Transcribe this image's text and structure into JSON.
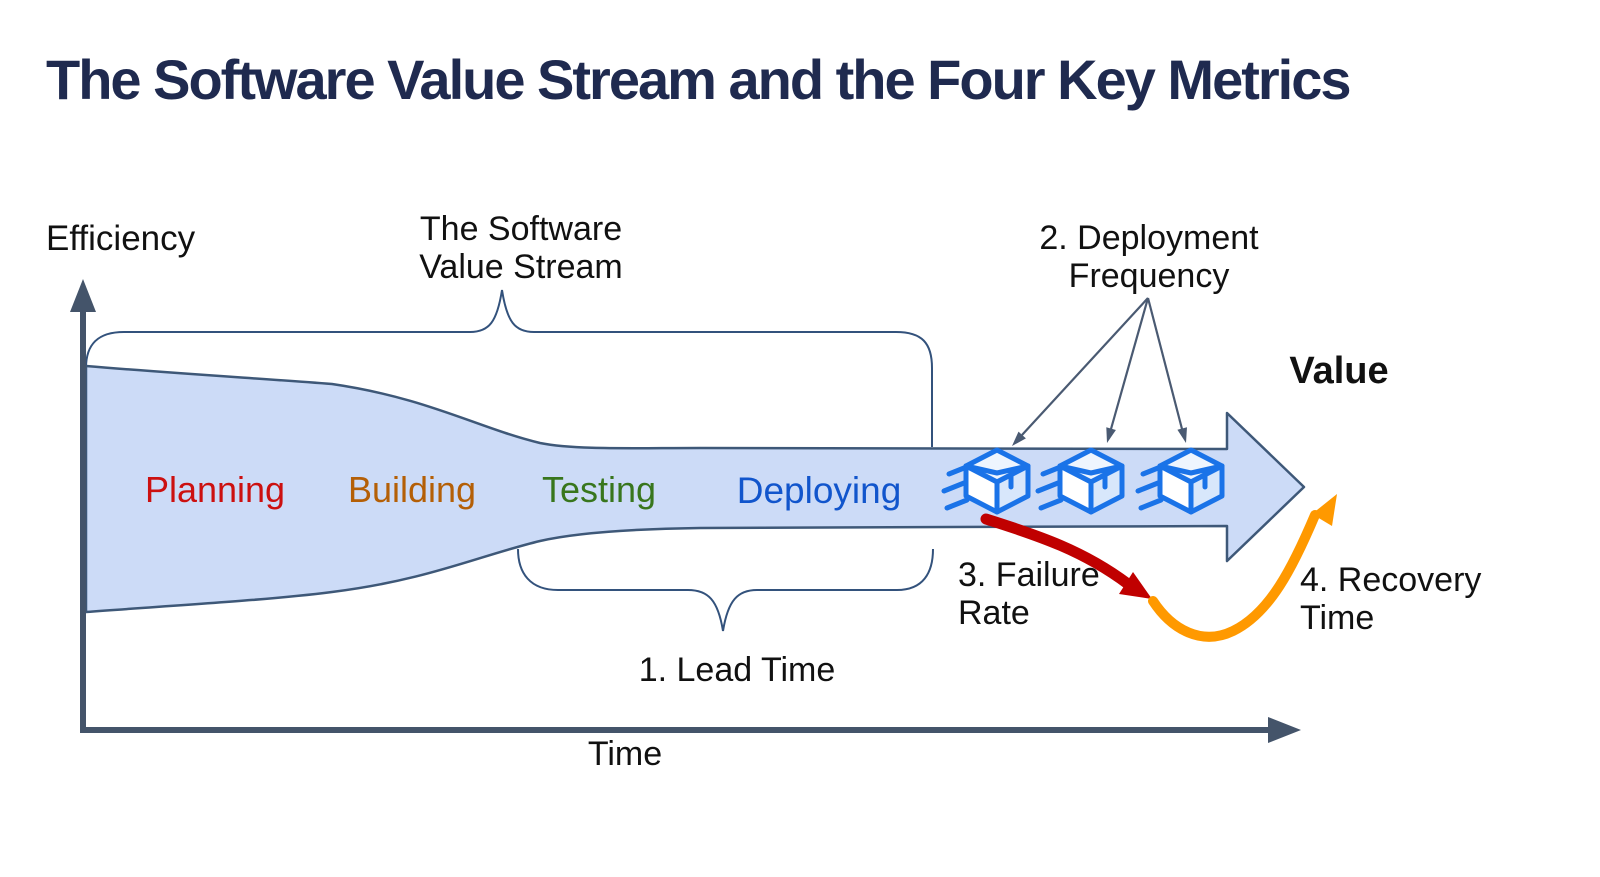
{
  "title": "The Software Value Stream and the Four Key Metrics",
  "axes": {
    "y_label": "Efficiency",
    "x_label": "Time"
  },
  "value_stream": {
    "brace_label_line1": "The Software",
    "brace_label_line2": "Value Stream",
    "stages": [
      {
        "name": "Planning",
        "color": "#cc1010"
      },
      {
        "name": "Building",
        "color": "#b45f06"
      },
      {
        "name": "Testing",
        "color": "#38761d"
      },
      {
        "name": "Deploying",
        "color": "#1155cc"
      }
    ],
    "outcome_label": "Value",
    "deployment_count": 3
  },
  "metrics": {
    "lead_time": {
      "label": "1. Lead Time"
    },
    "deployment_frequency": {
      "line1": "2. Deployment",
      "line2": "Frequency"
    },
    "failure_rate": {
      "line1": "3. Failure",
      "line2": "Rate"
    },
    "recovery_time": {
      "line1": "4. Recovery",
      "line2": "Time"
    }
  },
  "icons": {
    "package": "shipping-box-with-speed-lines"
  },
  "colors": {
    "title": "#1f2a4f",
    "text": "#111111",
    "funnel_fill": "#ccdbf7",
    "funnel_stroke": "#3e5878",
    "axis": "#44546a",
    "brace": "#33527c",
    "connector": "#4a5a72",
    "package_blue": "#1a73e8",
    "failure_red": "#c00000",
    "recovery_orange": "#ff9900"
  }
}
